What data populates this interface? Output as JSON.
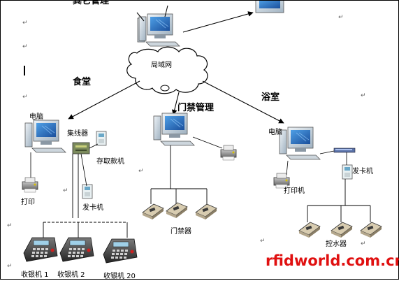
{
  "top_partial_label": "其它管理",
  "lan_label": "局域网",
  "areas": {
    "canteen": "食堂",
    "access": "门禁管理",
    "bath": "浴室"
  },
  "canteen": {
    "computer": "电脑",
    "hub": "集线器",
    "deposit": "存取款机",
    "printer": "打印",
    "card_issuer": "发卡机",
    "pos_1": "收银机 1",
    "pos_2": "收银机 2",
    "pos_20": "收银机 20"
  },
  "access": {
    "readers": "门禁器"
  },
  "bath": {
    "computer": "电脑",
    "printer": "打印机",
    "card_issuer": "发卡机",
    "water": "控水器"
  },
  "watermark": "rfidworld.com.cn",
  "paragraph_mark": "↵"
}
